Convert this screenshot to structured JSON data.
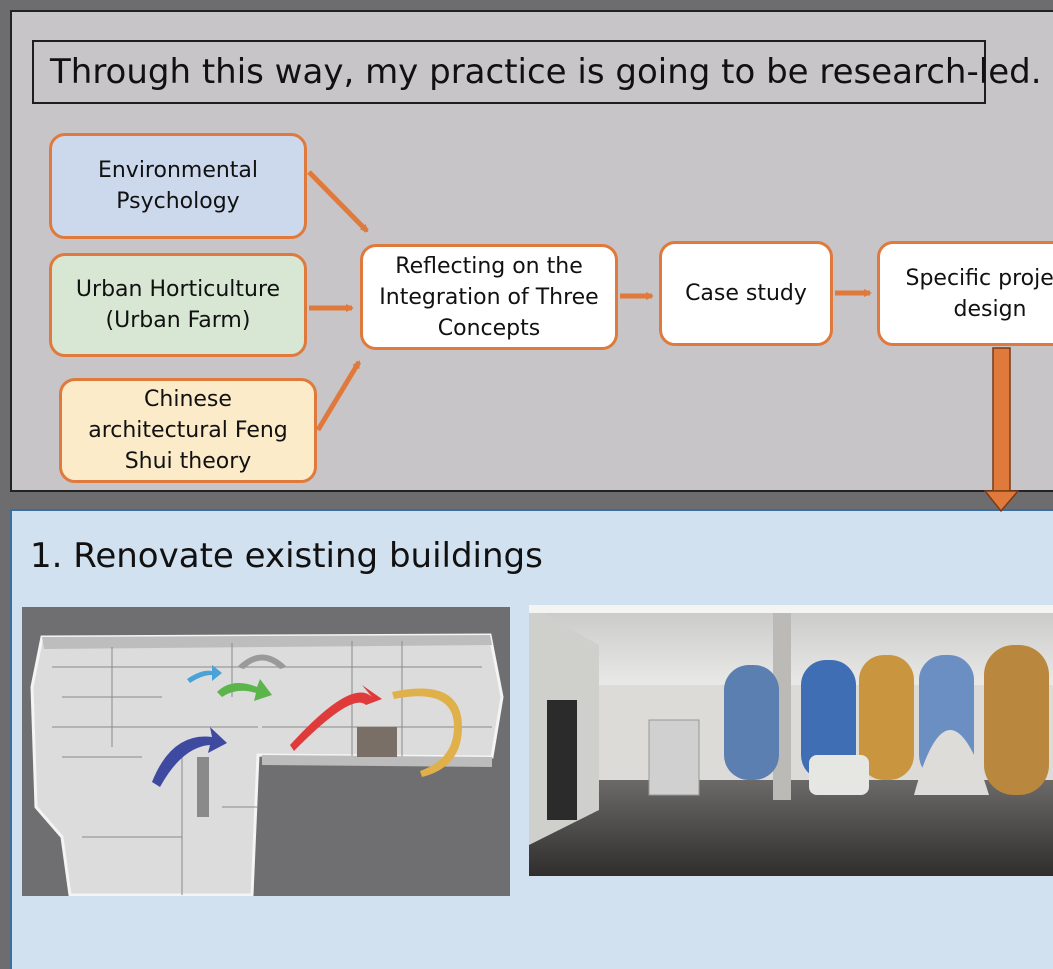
{
  "headline": "Through this way, my practice is going to be research-led.",
  "nodes": {
    "environmental": "Environmental\nPsychology",
    "urban": "Urban Horticulture\n(Urban Farm)",
    "fengshui": "Chinese\narchitectural Feng\nShui theory",
    "reflecting": "Reflecting on the\nIntegration of Three\nConcepts",
    "case_study": "Case study",
    "specific": "Specific project\ndesign"
  },
  "section": {
    "title": "1. Renovate existing buildings"
  },
  "colors": {
    "accent": "#e07a3c",
    "top_panel": "#c8c5c8",
    "bottom_panel": "#d2e1f0",
    "environmental_fill": "#ccd9ec",
    "urban_fill": "#d7e7d3",
    "fengshui_fill": "#fbebc9"
  },
  "images": {
    "plan": "axonometric-floor-plan-image",
    "interior": "stained-glass-interior-render-image"
  }
}
